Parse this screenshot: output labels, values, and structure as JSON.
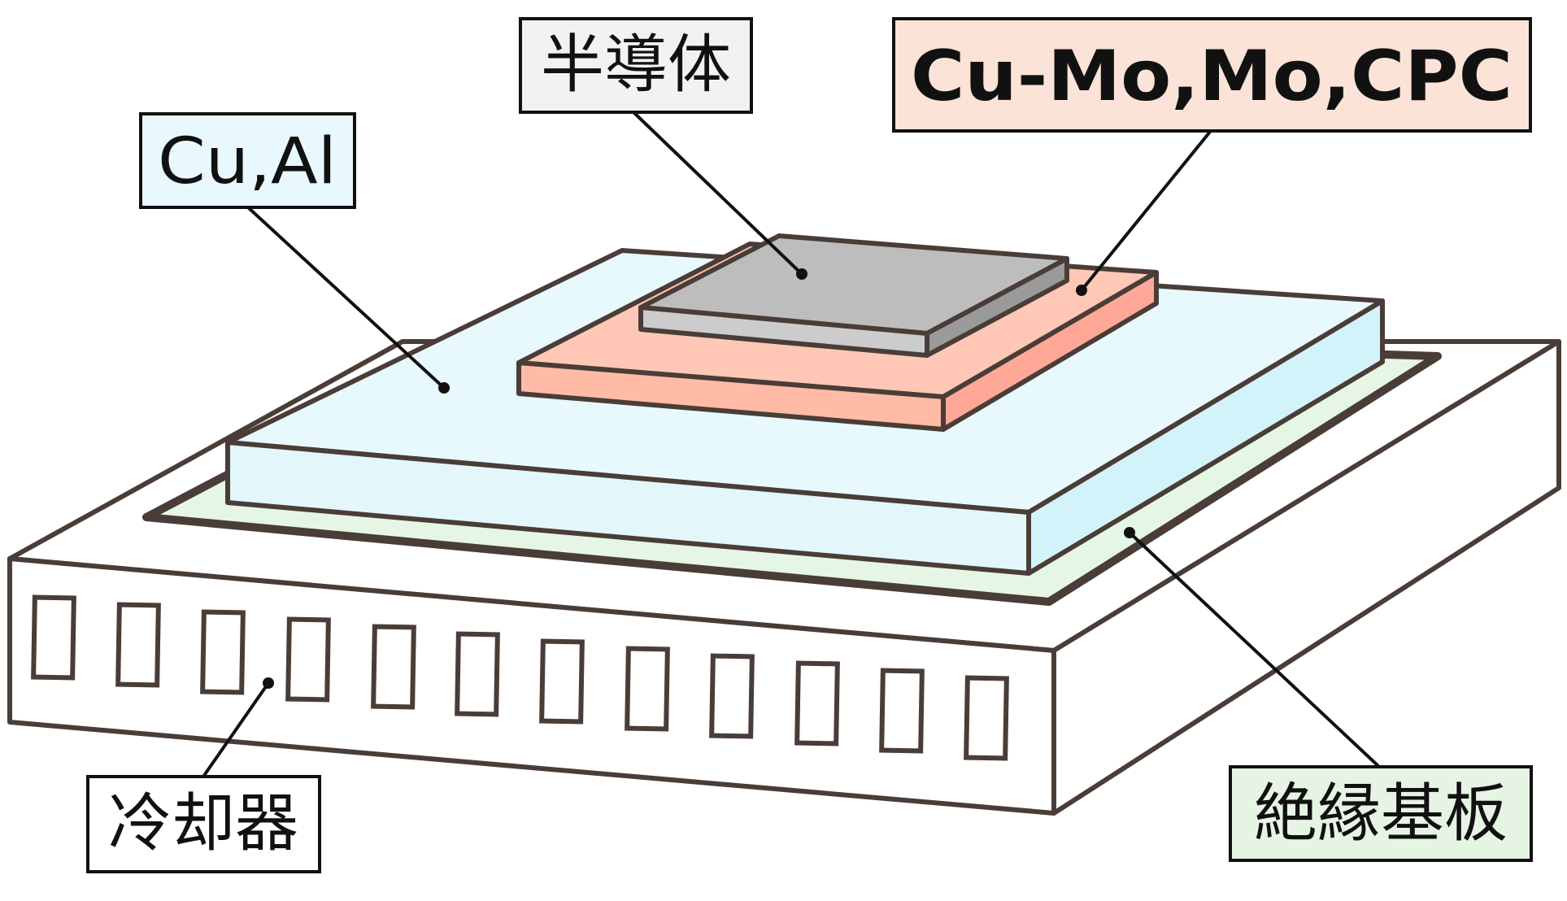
{
  "labels": {
    "semiconductor": "半導体",
    "spreader": "Cu-Mo,Mo,CPC",
    "base_plate": "Cu,Al",
    "insulating_substrate": "絶縁基板",
    "cooler": "冷却器"
  },
  "colors": {
    "outline": "#4a3d37",
    "leader_line": "#111111",
    "semiconductor_top": "#bdbdbd",
    "semiconductor_front": "#c9c9c9",
    "semiconductor_side": "#9a9a9a",
    "spreader_top": "#ffc8b6",
    "spreader_front": "#ffbba6",
    "spreader_side": "#ffa898",
    "base_top": "#e8f9fd",
    "base_front": "#e3f7fb",
    "base_side": "#d2f3fa",
    "substrate": "#e6f6e6",
    "cooler_fill": "#ffffff",
    "label_semiconductor_bg": "#f2f2f2",
    "label_spreader_bg": "#fbe3d8",
    "label_base_bg": "#e8f8fc",
    "label_substrate_bg": "#e6f4e4",
    "label_cooler_bg": "#ffffff"
  }
}
